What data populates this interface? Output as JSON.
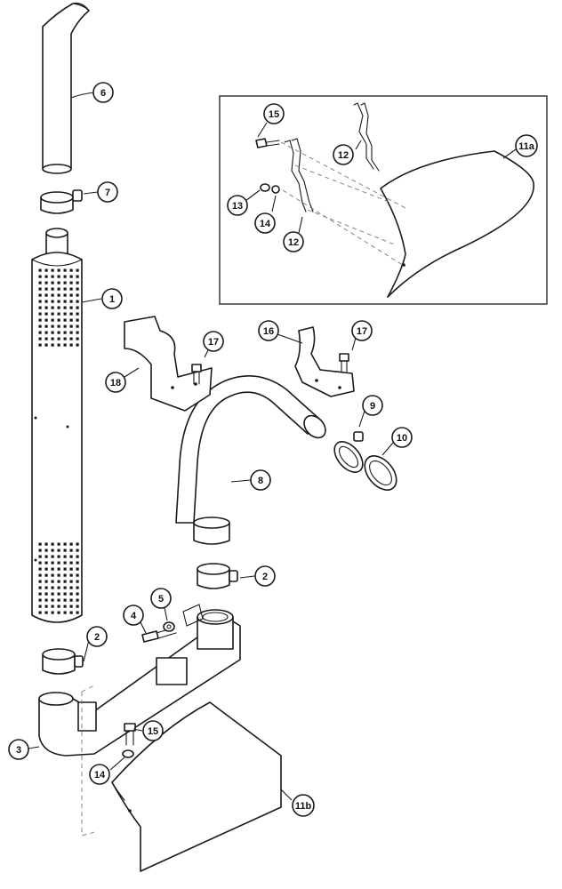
{
  "callouts": {
    "c1": "1",
    "c2a": "2",
    "c2b": "2",
    "c3": "3",
    "c4": "4",
    "c5": "5",
    "c6": "6",
    "c7": "7",
    "c8": "8",
    "c9": "9",
    "c10": "10",
    "c11a": "11a",
    "c11b": "11b",
    "c12a": "12",
    "c12b": "12",
    "c13": "13",
    "c14a": "14",
    "c14b": "14",
    "c15a": "15",
    "c15b": "15",
    "c16": "16",
    "c17a": "17",
    "c17b": "17",
    "c18": "18"
  }
}
